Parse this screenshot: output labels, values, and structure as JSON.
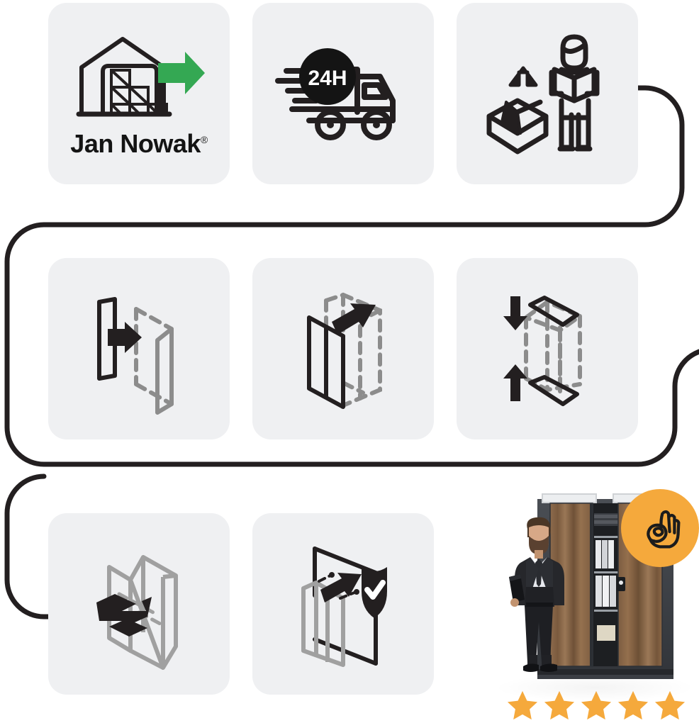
{
  "brand": {
    "name": "Jan Nowak",
    "registered_mark": "®",
    "logo_icon": "warehouse-with-boxes-and-arrow-icon",
    "arrow_color": "#34a853",
    "text_color": "#141414"
  },
  "theme": {
    "page_background": "#ffffff",
    "card_background": "#eff0f2",
    "line_color": "#231f20",
    "dark_ink": "#231f20",
    "grey_ink": "#8c8c8c",
    "accent_orange": "#f5a93c",
    "accent_green": "#34a853"
  },
  "flow": {
    "path_name": "serpentine-connector-path",
    "direction": "left-to-right then snake down"
  },
  "steps": [
    {
      "index": 1,
      "row": 1,
      "column": 1,
      "icon": "warehouse-dispatch-icon",
      "label": "Jan Nowak",
      "registered": "®",
      "description": "Manufacturer warehouse dispatch"
    },
    {
      "index": 2,
      "row": 1,
      "column": 2,
      "icon": "delivery-truck-24h-icon",
      "badge_text": "24H",
      "description": "24 hour delivery truck"
    },
    {
      "index": 3,
      "row": 1,
      "column": 3,
      "icon": "unboxing-person-icon",
      "description": "Unpack the carton"
    },
    {
      "index": 4,
      "row": 2,
      "column": 1,
      "icon": "panel-insert-arrow-icon",
      "description": "Slide first panel into place"
    },
    {
      "index": 5,
      "row": 2,
      "column": 2,
      "icon": "double-panel-insert-icon",
      "description": "Insert side panels into frame"
    },
    {
      "index": 6,
      "row": 2,
      "column": 3,
      "icon": "top-bottom-plates-icon",
      "description": "Fit top and bottom plates"
    },
    {
      "index": 7,
      "row": 3,
      "column": 1,
      "icon": "shelf-insert-icon",
      "description": "Slide shelf into cabinet"
    },
    {
      "index": 8,
      "row": 3,
      "column": 2,
      "icon": "mount-secure-shield-icon",
      "description": "Fix back panel and secure"
    }
  ],
  "result": {
    "photo_name": "businessman-with-wood-front-cabinet",
    "cabinet": {
      "name": "two-door-office-cabinet",
      "body_color": "#3c3f44",
      "door_finish": "walnut-wood",
      "doors": 2,
      "has_lock": true,
      "shelves_visible": true
    },
    "person": {
      "name": "businessman-holding-folder",
      "suit_color": "#262628"
    },
    "ok_badge": {
      "icon": "ok-hand-gesture-icon",
      "background": "#f5a93c"
    },
    "rating": {
      "name": "five-star-rating",
      "stars": 5,
      "filled": 5,
      "star_color": "#f5a93c"
    }
  }
}
